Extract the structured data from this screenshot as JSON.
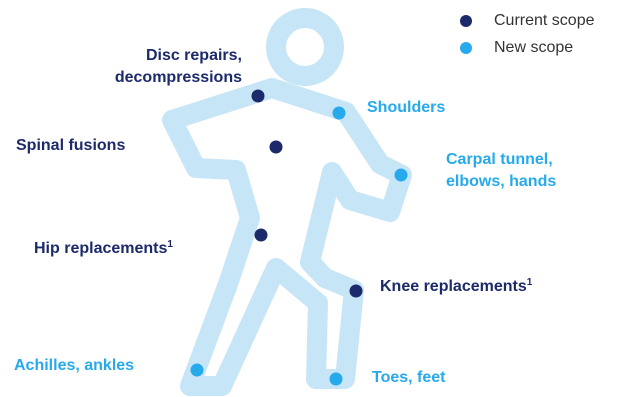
{
  "colors": {
    "figure_outline": "#c6e5f7",
    "current_scope": "#1c2a6b",
    "new_scope": "#27aaeb"
  },
  "legend": {
    "current_label": "Current scope",
    "new_label": "New scope"
  },
  "points": [
    {
      "id": "disc",
      "scope": "current",
      "lines": [
        "Disc repairs,",
        "decompressions"
      ],
      "superscript": ""
    },
    {
      "id": "spinal",
      "scope": "current",
      "lines": [
        "Spinal fusions"
      ],
      "superscript": ""
    },
    {
      "id": "hip",
      "scope": "current",
      "lines": [
        "Hip replacements"
      ],
      "superscript": "1"
    },
    {
      "id": "knee",
      "scope": "current",
      "lines": [
        "Knee replacements"
      ],
      "superscript": "1"
    },
    {
      "id": "shoulders",
      "scope": "new",
      "lines": [
        "Shoulders"
      ],
      "superscript": ""
    },
    {
      "id": "carpal",
      "scope": "new",
      "lines": [
        "Carpal tunnel,",
        "elbows, hands"
      ],
      "superscript": ""
    },
    {
      "id": "achilles",
      "scope": "new",
      "lines": [
        "Achilles, ankles"
      ],
      "superscript": ""
    },
    {
      "id": "toes",
      "scope": "new",
      "lines": [
        "Toes, feet"
      ],
      "superscript": ""
    }
  ]
}
